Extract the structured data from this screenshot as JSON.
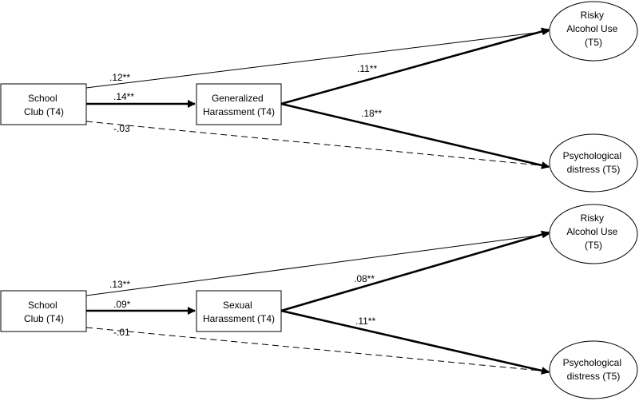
{
  "panels": [
    {
      "predictor": [
        "School",
        "Club (T4)"
      ],
      "mediator": [
        "Generalized",
        "Harassment (T4)"
      ],
      "outcome_top": [
        "Risky",
        "Alcohol Use",
        "(T5)"
      ],
      "outcome_bottom": [
        "Psychological",
        "distress (T5)"
      ],
      "coef_direct_top": ".12**",
      "coef_a": ".14**",
      "coef_direct_bottom": "-.03",
      "coef_b_top": ".11**",
      "coef_b_bottom": ".18**"
    },
    {
      "predictor": [
        "School",
        "Club (T4)"
      ],
      "mediator": [
        "Sexual",
        "Harassment (T4)"
      ],
      "outcome_top": [
        "Risky",
        "Alcohol Use",
        "(T5)"
      ],
      "outcome_bottom": [
        "Psychological",
        "distress (T5)"
      ],
      "coef_direct_top": ".13**",
      "coef_a": ".09*",
      "coef_direct_bottom": "-.01",
      "coef_b_top": ".08**",
      "coef_b_bottom": ".11**"
    }
  ]
}
